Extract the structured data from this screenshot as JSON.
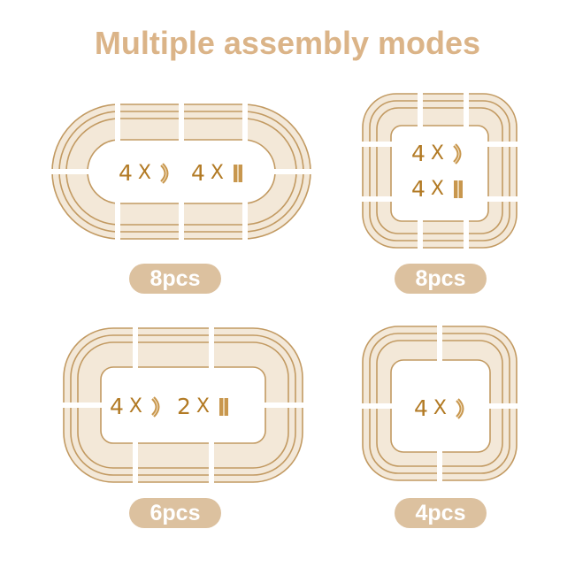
{
  "title": "Multiple assembly modes",
  "colors": {
    "title": "#dbb488",
    "track_fill": "#f3e8d8",
    "track_line": "#c29a62",
    "text": "#b27a24",
    "badge": "#dcc19f"
  },
  "layouts": [
    {
      "badge": "8pcs",
      "curve_count": "4",
      "straight_count": "4",
      "x_label": "X"
    },
    {
      "badge": "8pcs",
      "curve_count": "4",
      "straight_count": "4",
      "x_label": "X"
    },
    {
      "badge": "6pcs",
      "curve_count": "4",
      "straight_count": "2",
      "x_label": "X"
    },
    {
      "badge": "4pcs",
      "curve_count": "4",
      "x_label": "X"
    }
  ]
}
